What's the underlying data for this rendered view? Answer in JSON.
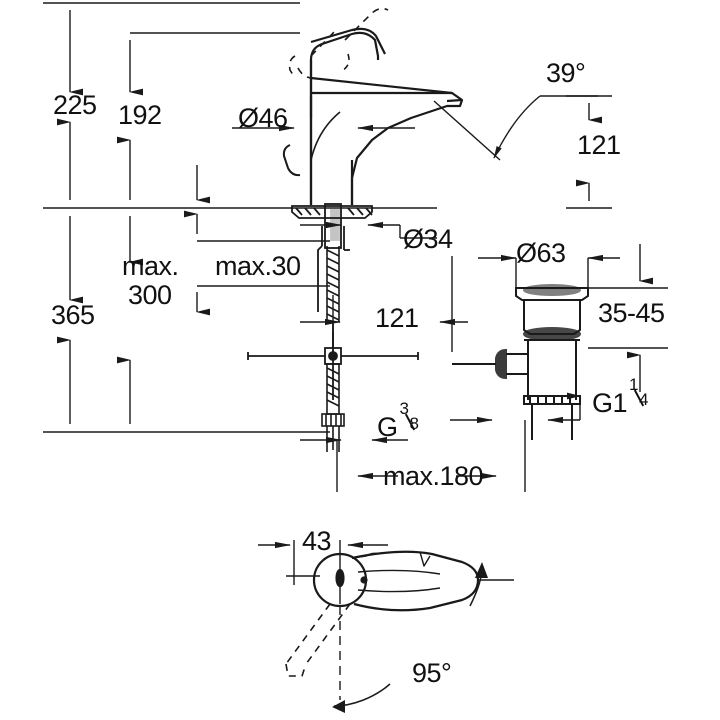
{
  "drawing": {
    "title": "Single-lever basin mixer dimensional drawing",
    "units": "mm",
    "line_color": "#1a1a1a",
    "background": "#ffffff"
  },
  "views": {
    "front": {
      "name": "front-elevation-view"
    },
    "drain": {
      "name": "pop-up-waste-view"
    },
    "top": {
      "name": "top-plan-view"
    }
  },
  "dimensions": {
    "total_height": "225",
    "spout_height": "192",
    "base_depth": "365",
    "handle_diameter": "Ø46",
    "shank_diameter": "Ø34",
    "flange_diameter": "Ø63",
    "swivel_angle": "39°",
    "spout_reach": "121",
    "spout_projection": "121",
    "max_thickness": "max.30",
    "max_hose_label_line1": "max.",
    "max_hose_label_line2": "300",
    "basin_thickness": "35-45",
    "supply_thread": {
      "prefix": "G",
      "numerator": "3",
      "denominator": "8"
    },
    "waste_thread": {
      "prefix": "G1",
      "numerator": "1",
      "denominator": "4"
    },
    "max_supply_length": "max.180",
    "handle_width_top": "43",
    "swivel_range_top": "95°"
  }
}
